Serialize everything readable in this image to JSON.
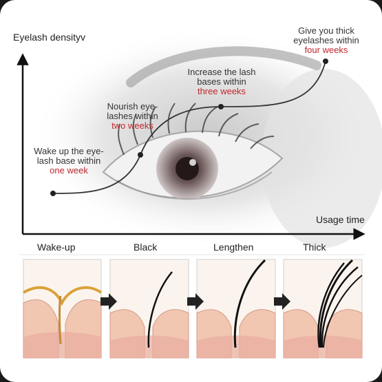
{
  "chart": {
    "y_axis_label": "Eyelash densityv",
    "x_axis_label": "Usage time",
    "milestones": [
      {
        "text": "Wake up the eye-lash base within",
        "line1": "Wake up the eye-",
        "line2": "lash base within",
        "period": "one week"
      },
      {
        "text": "Nourish eye-lashes within",
        "line1": "Nourish eye-",
        "line2": "lashes within",
        "period": "two weeks"
      },
      {
        "text": "Increase the lash bases within",
        "line1": "Increase the lash",
        "line2": "bases within",
        "period": "three weeks"
      },
      {
        "text": "Give you thick eyelashes within",
        "line1": "Give you thick",
        "line2": "eyelashes within",
        "period": "four weeks"
      }
    ],
    "accent_color": "#c0262c"
  },
  "stages": [
    {
      "label": "Wake-up"
    },
    {
      "label": "Black"
    },
    {
      "label": "Lengthen"
    },
    {
      "label": "Thick"
    }
  ],
  "icons": {
    "arrow": "right-arrow-icon"
  }
}
